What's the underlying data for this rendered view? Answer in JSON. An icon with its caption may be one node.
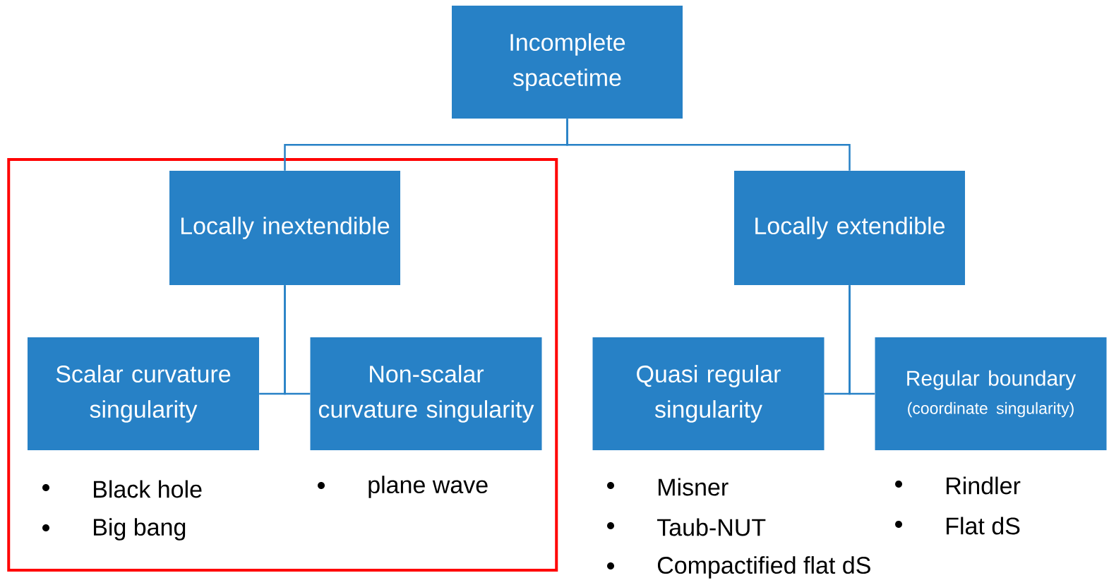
{
  "diagram": {
    "nodes": [
      {
        "text": [
          "Incomplete spacetime"
        ]
      },
      {
        "text": [],
        "shape": "box"
      },
      {
        "text": [
          "Locally inextendible"
        ],
        "in": 1
      },
      {
        "text": [
          "Locally extendible"
        ]
      },
      {
        "text": [
          "Scalar curvature singularity"
        ],
        "in": 1,
        "beside": [
          "Black hole",
          "Big bang"
        ]
      },
      {
        "text": [
          "Non-scalar curvature singularity"
        ],
        "in": 1,
        "beside": [
          "plane wave"
        ]
      },
      {
        "text": [
          "Quasi regular singularity"
        ],
        "beside": [
          "Misner",
          "Taub-NUT",
          "Compactified flat dS"
        ]
      },
      {
        "text": [
          "Regular boundary",
          "(coordinate singularity)"
        ],
        "beside": [
          "Rindler",
          "Flat dS"
        ]
      }
    ],
    "edges": [
      {
        "from": 0,
        "to": 2,
        "arrow": "none"
      },
      {
        "from": 0,
        "to": 3,
        "arrow": "none"
      },
      {
        "from": 2,
        "to": 4,
        "arrow": "none"
      },
      {
        "from": 2,
        "to": 5,
        "arrow": "none"
      },
      {
        "from": 3,
        "to": 6,
        "arrow": "none"
      },
      {
        "from": 3,
        "to": 7,
        "arrow": "none"
      }
    ]
  }
}
